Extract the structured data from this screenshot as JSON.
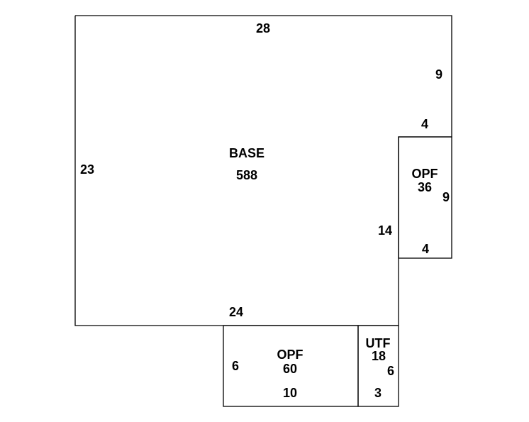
{
  "colors": {
    "background": "#ffffff",
    "line": "#000000",
    "text": "#000000"
  },
  "base": {
    "name": "BASE",
    "area": "588",
    "dims": {
      "top": "28",
      "left": "23",
      "right_upper": "9",
      "notch_top": "4",
      "notch_side": "14",
      "bottom": "24"
    }
  },
  "opf_right": {
    "name": "OPF",
    "area": "36",
    "dims": {
      "side": "9",
      "bottom": "4"
    }
  },
  "opf_bottom": {
    "name": "OPF",
    "area": "60",
    "dims": {
      "side": "6",
      "bottom": "10"
    }
  },
  "utf": {
    "name": "UTF",
    "area": "18",
    "dims": {
      "side": "6",
      "bottom": "3"
    }
  }
}
